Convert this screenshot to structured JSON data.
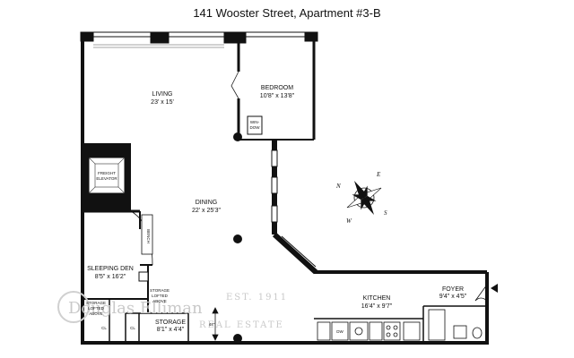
{
  "title": "141 Wooster Street, Apartment #3-B",
  "rooms": {
    "living": {
      "name": "LIVING",
      "dims": "23' x 15'"
    },
    "bedroom": {
      "name": "BEDROOM",
      "dims": "10'8\" x 13'8\""
    },
    "dining": {
      "name": "DINING",
      "dims": "22' x 25'3\""
    },
    "sleeping_den": {
      "name": "SLEEPING DEN",
      "dims": "8'5\" x 16'2\""
    },
    "kitchen": {
      "name": "KITCHEN",
      "dims": "16'4\" x 9'7\""
    },
    "foyer": {
      "name": "FOYER",
      "dims": "9'4\" x 4'5\""
    },
    "storage": {
      "name": "STORAGE",
      "dims": "8'1\" x 4'4\""
    }
  },
  "labels": {
    "window_1": "WIN-",
    "window_2": "DOW",
    "freight_1": "FREIGHT",
    "freight_2": "ELEVATOR",
    "bench": "BENCH",
    "closet_1": "CL",
    "closet_2": "CL",
    "dw": "DW",
    "storage_lofted_1": "STORAGE",
    "storage_lofted_2": "LOFTED",
    "storage_lofted_3": "ABOVE",
    "small_storage_1": "STORAGE",
    "small_storage_2": "LOFTED",
    "small_storage_3": "ABOVE",
    "dim_44": "44\""
  },
  "compass": {
    "n": "N",
    "e": "E",
    "s": "S",
    "w": "W"
  },
  "watermark": {
    "brand": "Douglas Elliman",
    "est": "EST. 1911",
    "sub": "REAL ESTATE"
  },
  "colors": {
    "wall": "#111111",
    "line": "#222222",
    "watermark": "#c9c9c9"
  }
}
